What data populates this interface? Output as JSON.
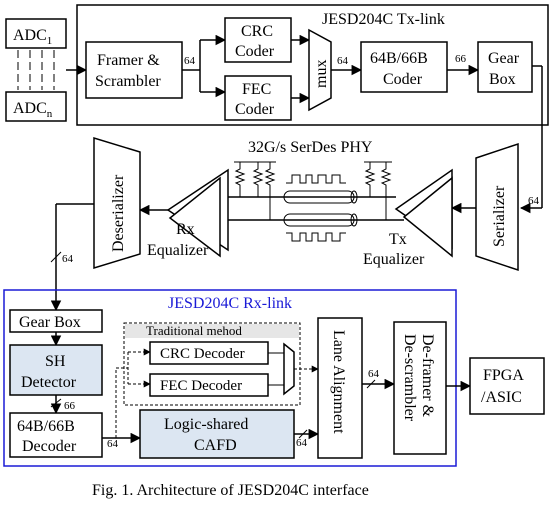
{
  "tx": {
    "title": "JESD204C Tx-link",
    "adc_first": "ADC",
    "adc_first_sub": "1",
    "adc_last": "ADC",
    "adc_last_sub": "n",
    "framer_l1": "Framer &",
    "framer_l2": "Scrambler",
    "crc_l1": "CRC",
    "crc_l2": "Coder",
    "fec_l1": "FEC",
    "fec_l2": "Coder",
    "mux": "mux",
    "coder_l1": "64B/66B",
    "coder_l2": "Coder",
    "gear_l1": "Gear",
    "gear_l2": "Box",
    "bw_framer": "64",
    "bw_mux": "64",
    "bw_coder": "66"
  },
  "phy": {
    "title": "32G/s SerDes PHY",
    "serializer": "Serializer",
    "deserializer": "Deserializer",
    "rx_eq_l1": "Rx",
    "rx_eq_l2": "Equalizer",
    "tx_eq_l1": "Tx",
    "tx_eq_l2": "Equalizer",
    "bw_ser": "64",
    "bw_deser": "64"
  },
  "rx": {
    "title": "JESD204C Rx-link",
    "gearbox": "Gear Box",
    "sh_l1": "SH",
    "sh_l2": "Detector",
    "dec_l1": "64B/66B",
    "dec_l2": "Decoder",
    "traditional": "Traditional mehod",
    "crc_dec": "CRC Decoder",
    "fec_dec": "FEC Decoder",
    "cafd_l1": "Logic-shared",
    "cafd_l2": "CAFD",
    "lane": "Lane Alignment",
    "deframer_l1": "De-framer &",
    "deframer_l2": "De-scrambler",
    "fpga_l1": "FPGA",
    "fpga_l2": "/ASIC",
    "bw_sh": "66",
    "bw_dec": "64",
    "bw_cafd": "64",
    "bw_lane": "64"
  },
  "caption": "Fig. 1. Architecture of JESD204C interface",
  "colors": {
    "rx_border": "#1a1ad6",
    "shaded": "#dce6f2"
  }
}
